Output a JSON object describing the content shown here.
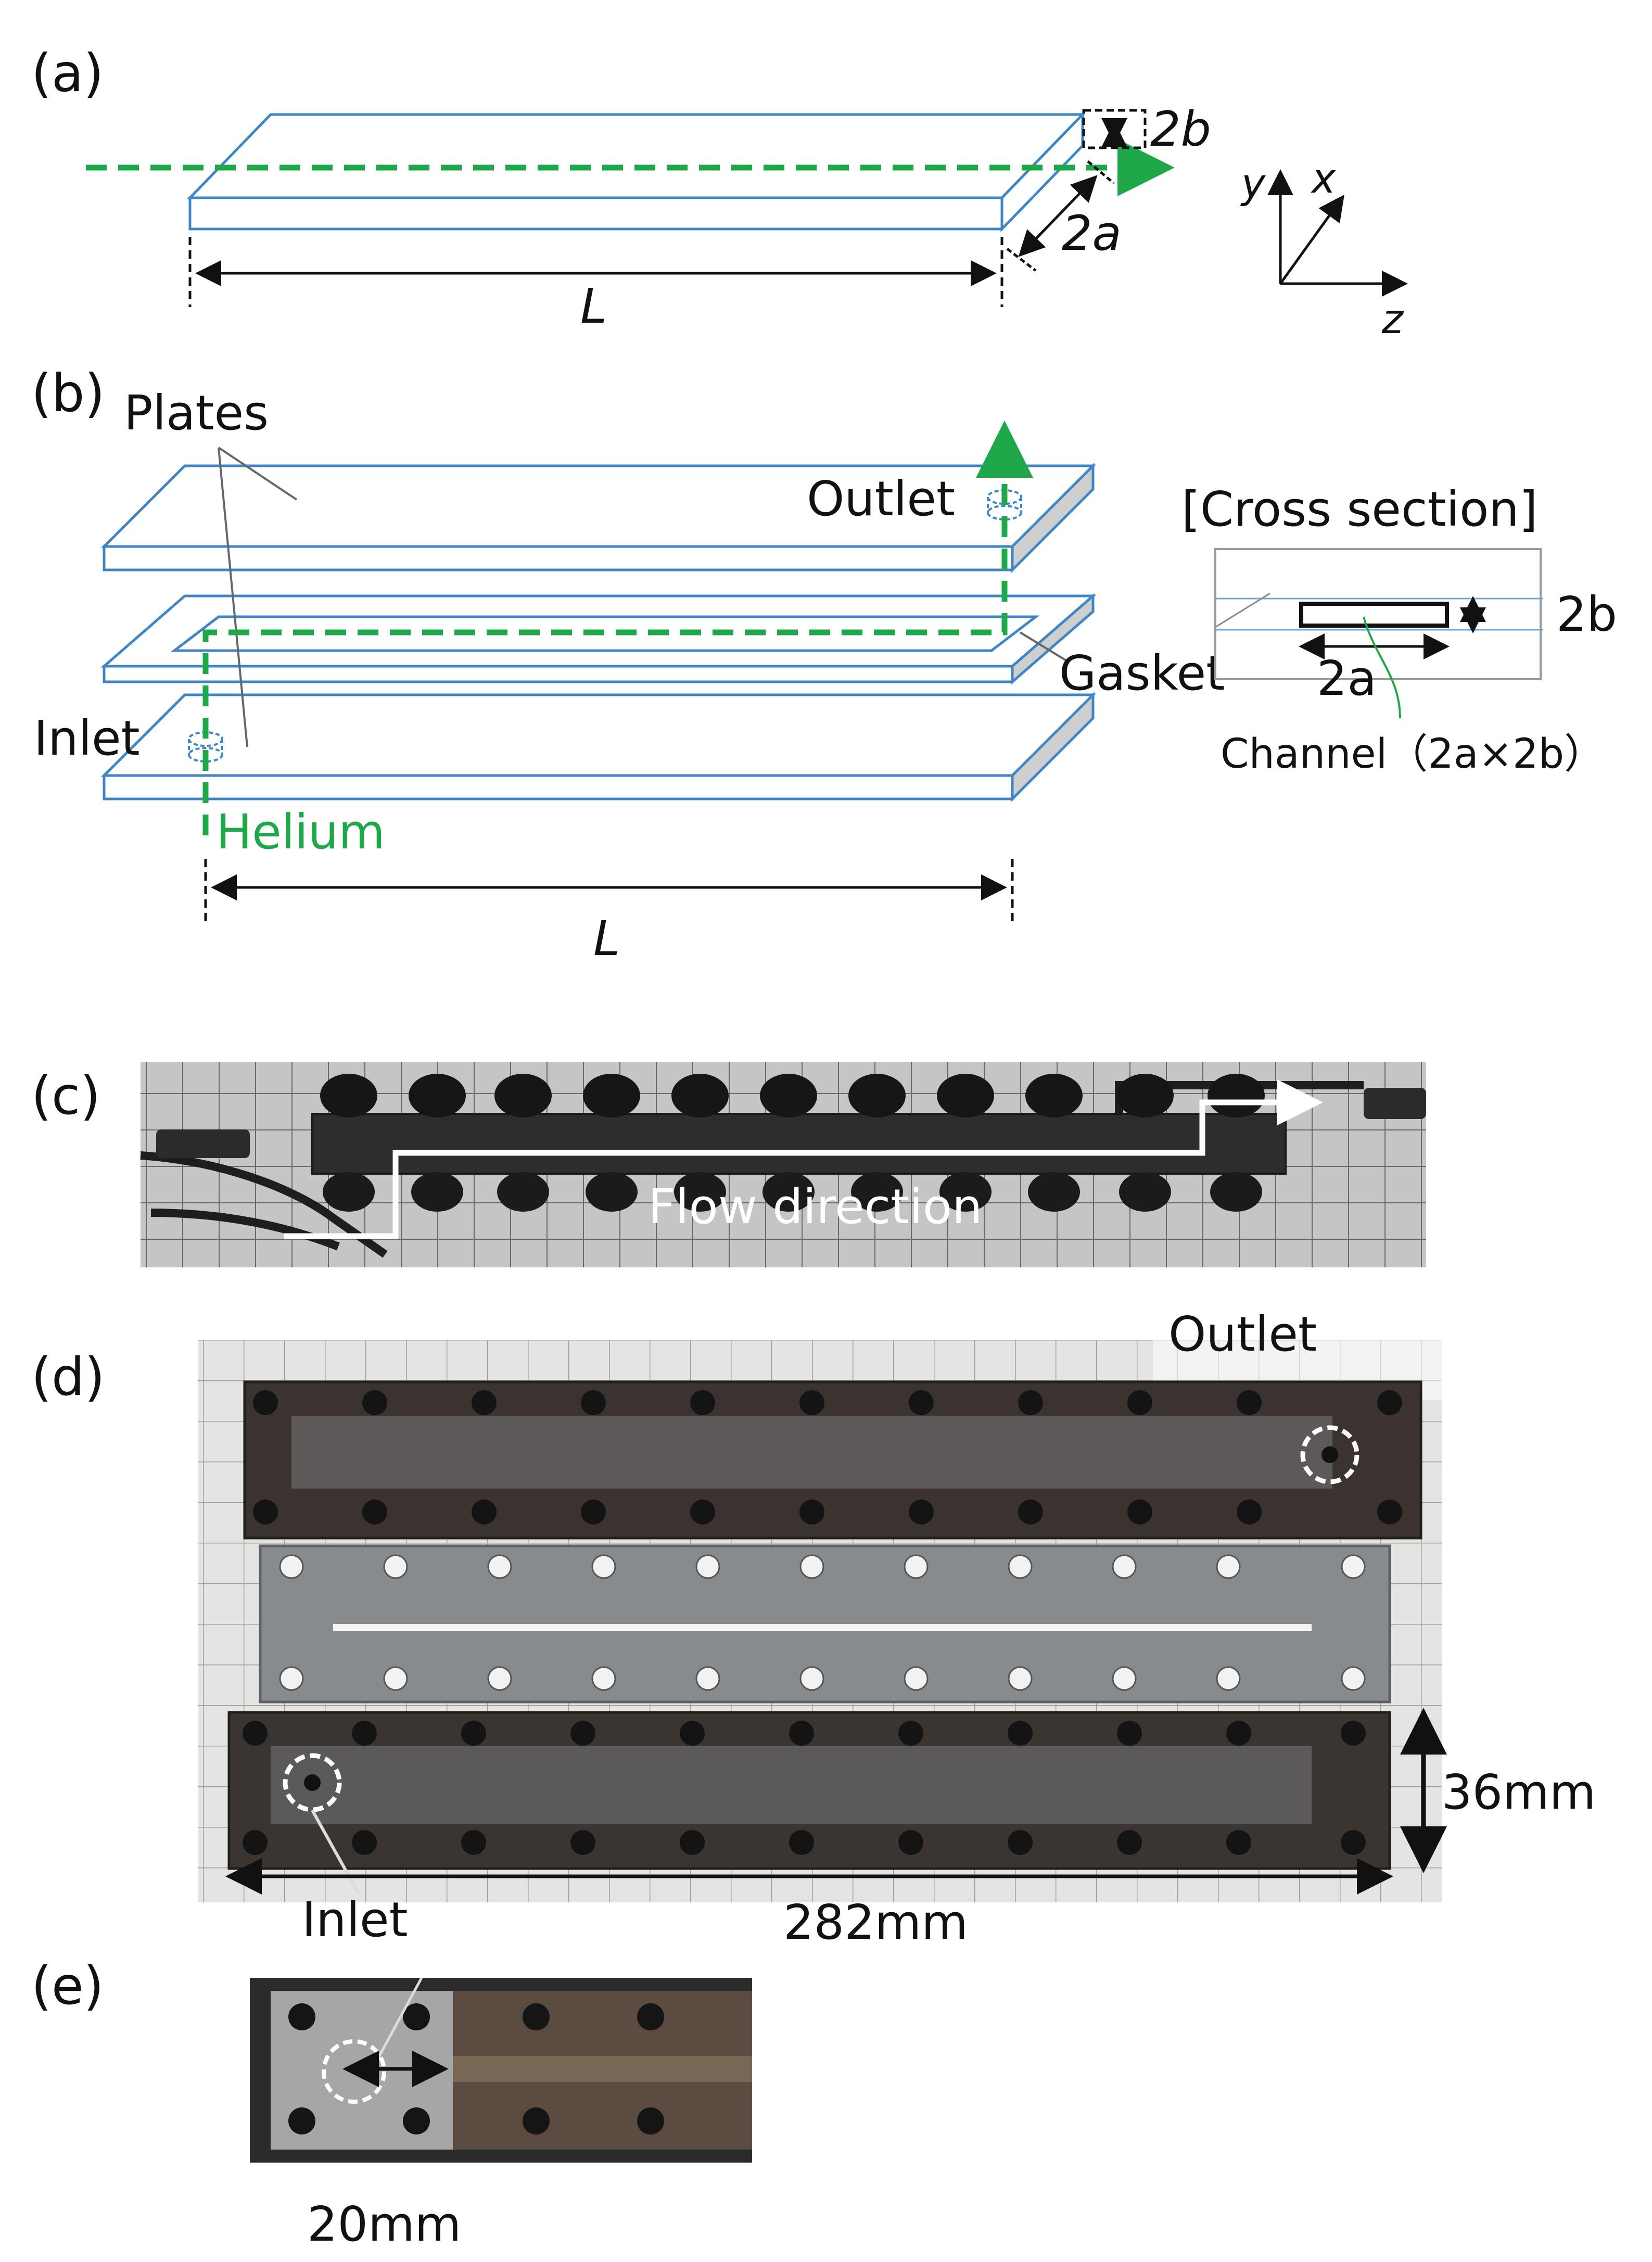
{
  "panels": {
    "a": {
      "label": "(a)",
      "dim_L": "L",
      "dim_2a": "2a",
      "dim_2b": "2b",
      "axis_y": "y",
      "axis_x": "x",
      "axis_z": "z"
    },
    "b": {
      "label": "(b)",
      "plates": "Plates",
      "outlet": "Outlet",
      "inlet": "Inlet",
      "gasket": "Gasket",
      "helium": "Helium",
      "dim_L": "L",
      "cross_section_title": "[Cross section]",
      "cs_2a": "2a",
      "cs_2b": "2b",
      "channel_label": "Channel（2a×2b）"
    },
    "c": {
      "label": "(c)",
      "flow_direction": "Flow direction"
    },
    "d": {
      "label": "(d)",
      "outlet": "Outlet",
      "inlet": "Inlet",
      "width_mm": "36mm",
      "length_mm": "282mm"
    },
    "e": {
      "label": "(e)",
      "dim_mm": "20mm"
    }
  },
  "colors": {
    "plate_outline": "#3f86c6",
    "flow_green": "#1fa84a",
    "side_gray": "#cfcfcf",
    "photo_dark": "#2d2b2a",
    "photo_gray": "#8b8d8f"
  }
}
